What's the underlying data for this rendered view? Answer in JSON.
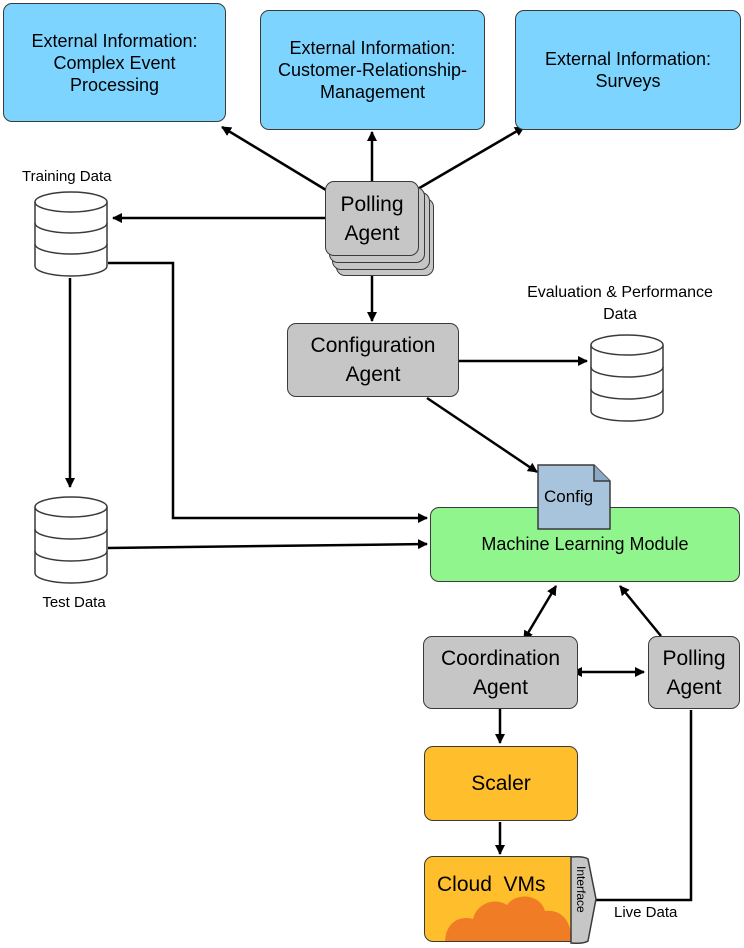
{
  "external_boxes": {
    "cep": "External Information:\nComplex Event\nProcessing",
    "crm": "External Information:\nCustomer-Relationship-\nManagement",
    "surveys": "External Information:\nSurveys"
  },
  "agents": {
    "polling_top": "Polling\nAgent",
    "configuration": "Configuration\nAgent",
    "coordination": "Coordination\nAgent",
    "polling_bottom": "Polling\nAgent"
  },
  "modules": {
    "ml": "Machine Learning Module",
    "scaler": "Scaler",
    "cloud_vms": "Cloud  VMs",
    "interface": "Interface",
    "config_doc": "Config"
  },
  "data_stores": {
    "training": "Training Data",
    "test": "Test Data",
    "evaluation": "Evaluation & Performance\nData"
  },
  "edge_labels": {
    "live_data": "Live Data"
  },
  "colors": {
    "external": "#7dd4ff",
    "agent": "#c6c6c6",
    "ml": "#90f58c",
    "scaler": "#ffbf2c",
    "cloud": "#f07d25",
    "document": "#a8c4dc"
  }
}
